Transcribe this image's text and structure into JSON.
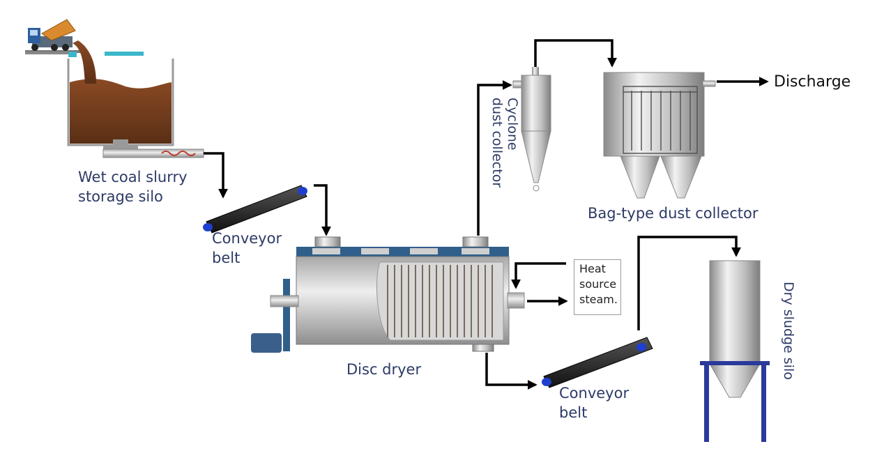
{
  "labels": {
    "wet_silo_line1": "Wet coal slurry",
    "wet_silo_line2": "storage silo",
    "conveyor1_line1": "Conveyor",
    "conveyor1_line2": "belt",
    "disc_dryer": "Disc dryer",
    "conveyor2_line1": "Conveyor",
    "conveyor2_line2": "belt",
    "cyclone_line1": "Cyclone",
    "cyclone_line2": "dust collector",
    "bag_collector": "Bag-type dust collector",
    "discharge": "Discharge",
    "heat_line1": "Heat",
    "heat_line2": "source",
    "heat_line3": "steam.",
    "dry_silo": "Dry sludge silo"
  },
  "colors": {
    "sludge": "#6b3a1c",
    "steel": "#c8c8c8",
    "accent_blue": "#2f5f8a",
    "frame_blue": "#2a3a9a",
    "label_text": "#2d3a66",
    "arrow": "#000000"
  }
}
